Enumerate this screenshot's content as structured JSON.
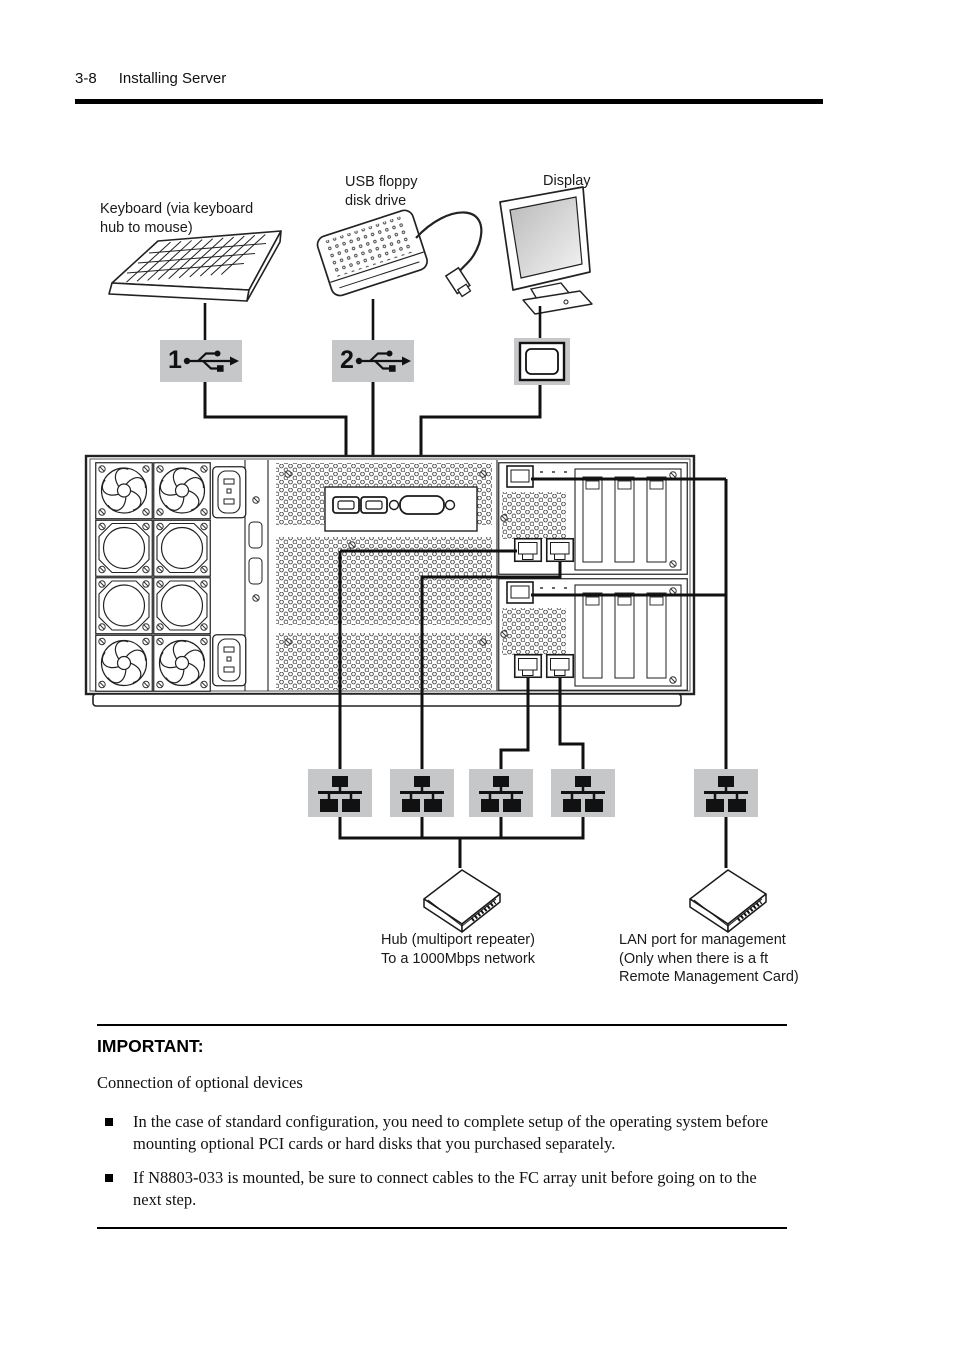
{
  "header": {
    "section_number": "3-8",
    "title": "Installing Server"
  },
  "diagram": {
    "keyboard_label": "Keyboard (via keyboard\nhub to mouse)",
    "floppy_label": "USB floppy\ndisk drive",
    "display_label": "Display",
    "usb_port_1_number": "1",
    "usb_port_2_number": "2",
    "hub_label": "Hub (multiport repeater)\nTo a 1000Mbps network",
    "lan_management_label": "LAN port for management\n(Only when there is a ft\nRemote Management Card)",
    "icons": {
      "usb_icon": "usb-trident",
      "display_connector_icon": "display-connector",
      "lan_network_icon": "lan-network"
    },
    "colors": {
      "icon_box_gray": "#c6c7c9",
      "line_black": "#141414"
    }
  },
  "important": {
    "heading": "IMPORTANT:",
    "intro": "Connection of optional devices",
    "bullets": [
      "In the case of standard configuration, you need to complete setup of the operating system before mounting optional PCI cards or hard disks that you purchased separately.",
      "If N8803-033 is mounted, be sure to connect cables to the FC array unit before going on to the next step."
    ]
  }
}
